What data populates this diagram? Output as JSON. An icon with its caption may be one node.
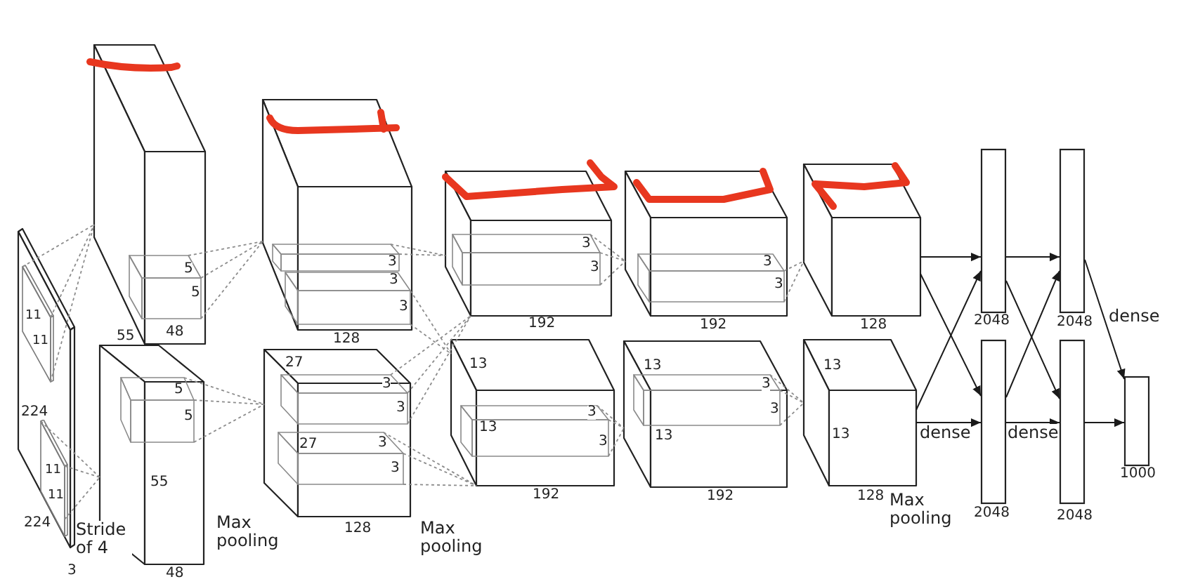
{
  "diagram": {
    "nodes": [
      {
        "text": [
          "224"
        ],
        "beside": [
          "224",
          "3"
        ]
      },
      {
        "text": [
          "11",
          "11"
        ],
        "in": 0
      },
      {
        "text": [
          "11",
          "11"
        ],
        "in": 0
      },
      {
        "text": [
          "55",
          "48"
        ]
      },
      {
        "text": [
          "5",
          "5"
        ],
        "in": 3
      },
      {
        "text": [
          "55"
        ],
        "beside": [
          "48"
        ]
      },
      {
        "text": [
          "5",
          "5"
        ],
        "in": 5
      },
      {
        "text": [],
        "shape": "box",
        "beside": [
          "128"
        ]
      },
      {
        "text": [
          "3"
        ],
        "in": 7
      },
      {
        "text": [
          "3",
          "3"
        ],
        "in": 7
      },
      {
        "text": [
          "27"
        ],
        "beside": [
          "128"
        ]
      },
      {
        "text": [
          "3",
          "3"
        ],
        "in": 10
      },
      {
        "text": [
          "27",
          "3",
          "3"
        ],
        "in": 10
      },
      {
        "text": [],
        "shape": "box",
        "beside": [
          "192"
        ]
      },
      {
        "text": [
          "3",
          "3"
        ],
        "in": 13
      },
      {
        "text": [
          "13"
        ],
        "beside": [
          "192"
        ]
      },
      {
        "text": [
          "3",
          "13",
          "3"
        ],
        "in": 15
      },
      {
        "text": [],
        "shape": "box",
        "beside": [
          "192"
        ]
      },
      {
        "text": [
          "3",
          "3"
        ],
        "in": 17
      },
      {
        "text": [
          "13",
          "13"
        ],
        "beside": [
          "192"
        ]
      },
      {
        "text": [
          "3",
          "3"
        ],
        "in": 19
      },
      {
        "text": [
          "128"
        ]
      },
      {
        "text": [
          "13",
          "13",
          "128"
        ]
      },
      {
        "text": [],
        "shape": "box",
        "beside": [
          "2048"
        ]
      },
      {
        "text": [],
        "shape": "box",
        "beside": [
          "2048"
        ]
      },
      {
        "text": [],
        "shape": "box",
        "beside": [
          "2048"
        ]
      },
      {
        "text": [],
        "shape": "box",
        "beside": [
          "2048"
        ]
      },
      {
        "text": [],
        "shape": "box",
        "beside": [
          "1000"
        ]
      }
    ],
    "edges": [
      {
        "from": 1,
        "to": 3,
        "arrow": "none",
        "style": "dashed"
      },
      {
        "from": 2,
        "to": 5,
        "arrow": "none",
        "style": "dashed"
      },
      {
        "from": 4,
        "to": 7,
        "arrow": "none",
        "style": "dashed"
      },
      {
        "from": 6,
        "to": 10,
        "arrow": "none",
        "style": "dashed"
      },
      {
        "from": 8,
        "to": 13,
        "arrow": "none",
        "style": "dashed"
      },
      {
        "from": 9,
        "to": 15,
        "arrow": "none",
        "style": "dashed"
      },
      {
        "from": 11,
        "to": 13,
        "arrow": "none",
        "style": "dashed"
      },
      {
        "from": 12,
        "to": 15,
        "arrow": "none",
        "style": "dashed"
      },
      {
        "from": 14,
        "to": 17,
        "arrow": "none",
        "style": "dashed"
      },
      {
        "from": 16,
        "to": 19,
        "arrow": "none",
        "style": "dashed"
      },
      {
        "from": 18,
        "to": 21,
        "arrow": "none",
        "style": "dashed"
      },
      {
        "from": 20,
        "to": 22,
        "arrow": "none",
        "style": "dashed"
      },
      {
        "from": 21,
        "to": 23,
        "arrow": "to",
        "color": "#1a1a1a"
      },
      {
        "from": 21,
        "to": 24,
        "arrow": "to",
        "color": "#1a1a1a"
      },
      {
        "from": 22,
        "to": 23,
        "arrow": "to",
        "color": "#1a1a1a"
      },
      {
        "from": 22,
        "to": 24,
        "arrow": "to",
        "label": "dense",
        "color": "#1a1a1a"
      },
      {
        "from": 23,
        "to": 25,
        "arrow": "to",
        "color": "#1a1a1a"
      },
      {
        "from": 23,
        "to": 26,
        "arrow": "to",
        "color": "#1a1a1a"
      },
      {
        "from": 24,
        "to": 25,
        "arrow": "to",
        "color": "#1a1a1a"
      },
      {
        "from": 24,
        "to": 26,
        "arrow": "to",
        "label": "dense",
        "color": "#1a1a1a"
      },
      {
        "from": 25,
        "to": 27,
        "arrow": "to",
        "label": "dense",
        "color": "#1a1a1a"
      },
      {
        "from": 26,
        "to": 27,
        "arrow": "to",
        "color": "#1a1a1a"
      }
    ],
    "labels": [
      "Stride of 4",
      "Max pooling",
      "Max pooling",
      "Max pooling"
    ]
  }
}
